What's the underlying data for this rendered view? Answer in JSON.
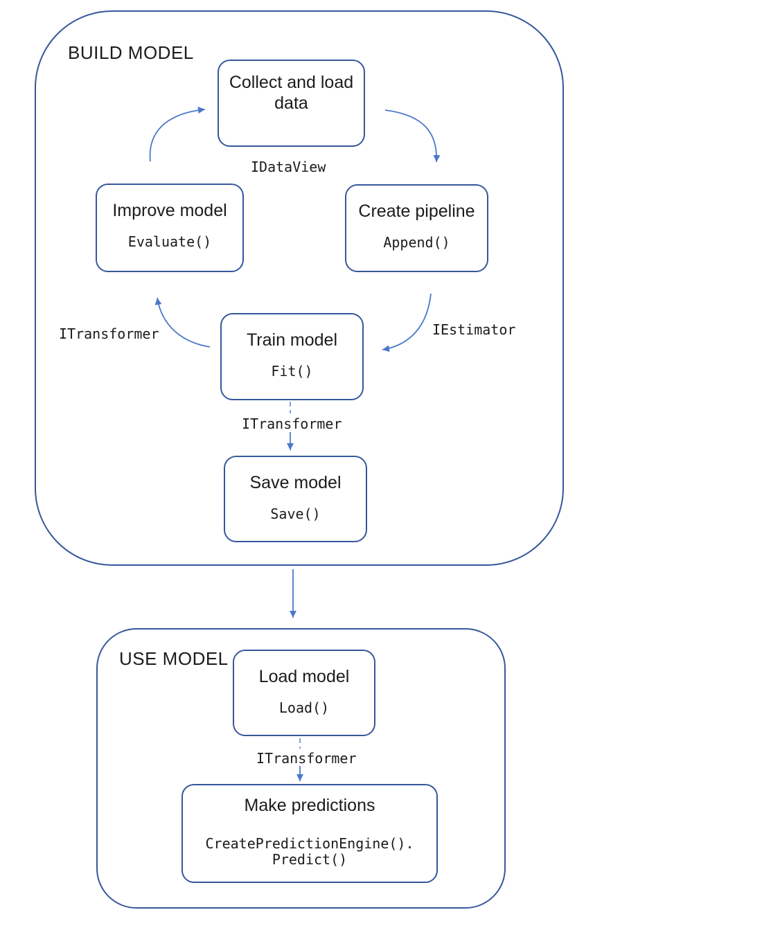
{
  "colors": {
    "border": "#35579a",
    "arrow": "#4a78c9",
    "text": "#1b1b1b"
  },
  "build": {
    "title": "BUILD MODEL",
    "boxes": {
      "collect": {
        "title": "Collect and load data"
      },
      "create": {
        "title": "Create pipeline",
        "code": "Append()"
      },
      "improve": {
        "title": "Improve model",
        "code": "Evaluate()"
      },
      "train": {
        "title": "Train model",
        "code": "Fit()"
      },
      "save": {
        "title": "Save model",
        "code": "Save()"
      }
    },
    "labels": {
      "idataview": "IDataView",
      "iestimator": "IEstimator",
      "itransformer_loop": "ITransformer",
      "itransformer_save": "ITransformer"
    }
  },
  "use": {
    "title": "USE MODEL",
    "boxes": {
      "load": {
        "title": "Load model",
        "code": "Load()"
      },
      "predict": {
        "title": "Make predictions",
        "code_lines": [
          "CreatePredictionEngine().",
          "Predict()"
        ]
      }
    },
    "labels": {
      "itransformer": "ITransformer"
    }
  }
}
